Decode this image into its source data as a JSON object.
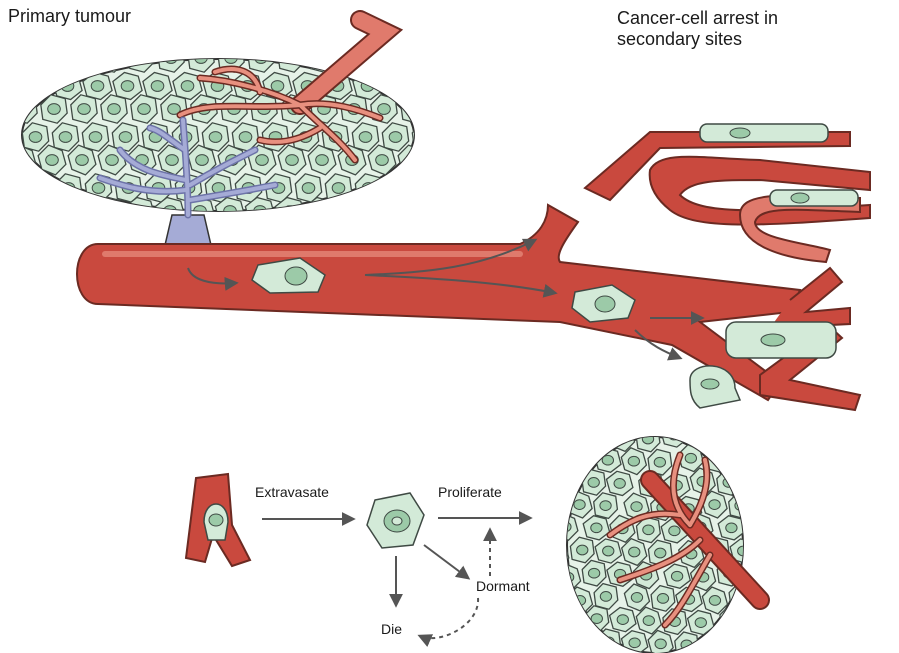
{
  "labels": {
    "primary_tumour": "Primary tumour",
    "secondary_line1": "Cancer-cell arrest in",
    "secondary_line2": "secondary sites",
    "extravasate": "Extravasate",
    "proliferate": "Proliferate",
    "dormant": "Dormant",
    "die": "Die"
  },
  "colors": {
    "vessel": "#c9493e",
    "vessel_light": "#e07a6c",
    "vessel_outline": "#6b2a22",
    "cell_fill": "#d3ead8",
    "cell_stroke": "#3f4a44",
    "nucleus": "#9ccaa8",
    "lymph": "#9aa0cc",
    "arrow": "#555555"
  }
}
